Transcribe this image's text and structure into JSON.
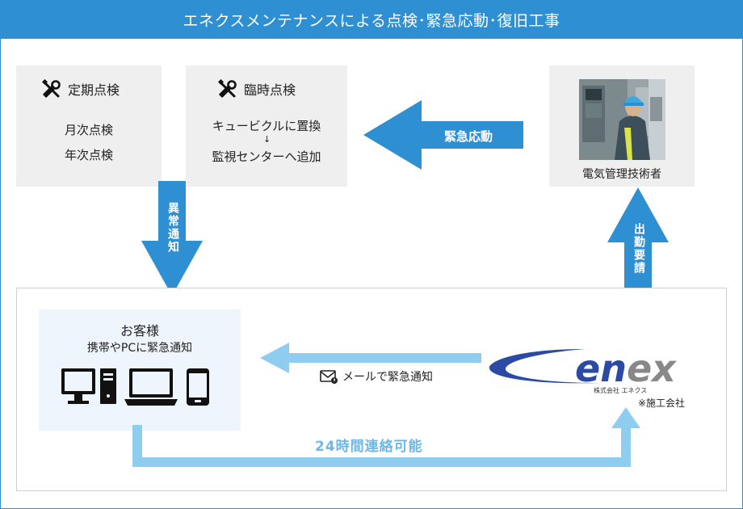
{
  "header": {
    "title": "エネクスメンテナンスによる点検･緊急応動･復旧工事"
  },
  "regular": {
    "title": "定期点検",
    "items": [
      "月次点検",
      "年次点検"
    ]
  },
  "temporary": {
    "title": "臨時点検",
    "line1": "キュービクルに置換",
    "arrow": "↓",
    "line2": "監視センターへ追加"
  },
  "arrows": {
    "emergency": "緊急応動",
    "abnormal": "異常通知",
    "dispatch": "出勤要請"
  },
  "engineer": {
    "caption": "電気管理技術者"
  },
  "customer": {
    "title": "お客様",
    "subtitle": "携帯やPCに緊急通知"
  },
  "mail": {
    "label": "メールで緊急通知"
  },
  "availability": {
    "label": "24時間連絡可能"
  },
  "company": {
    "logo_text": "enex",
    "logo_small": "株式会社 エネクス",
    "note": "※施工会社"
  },
  "colors": {
    "header": "#2f8fd3",
    "arrow_dark": "#2f8fd3",
    "arrow_light": "#8fcdf0",
    "logo_blue": "#2a4aa6",
    "logo_gray": "#888888"
  },
  "icons": [
    "wrench-screwdriver-icon",
    "desktop-icon",
    "laptop-icon",
    "smartphone-icon",
    "envelope-icon"
  ]
}
